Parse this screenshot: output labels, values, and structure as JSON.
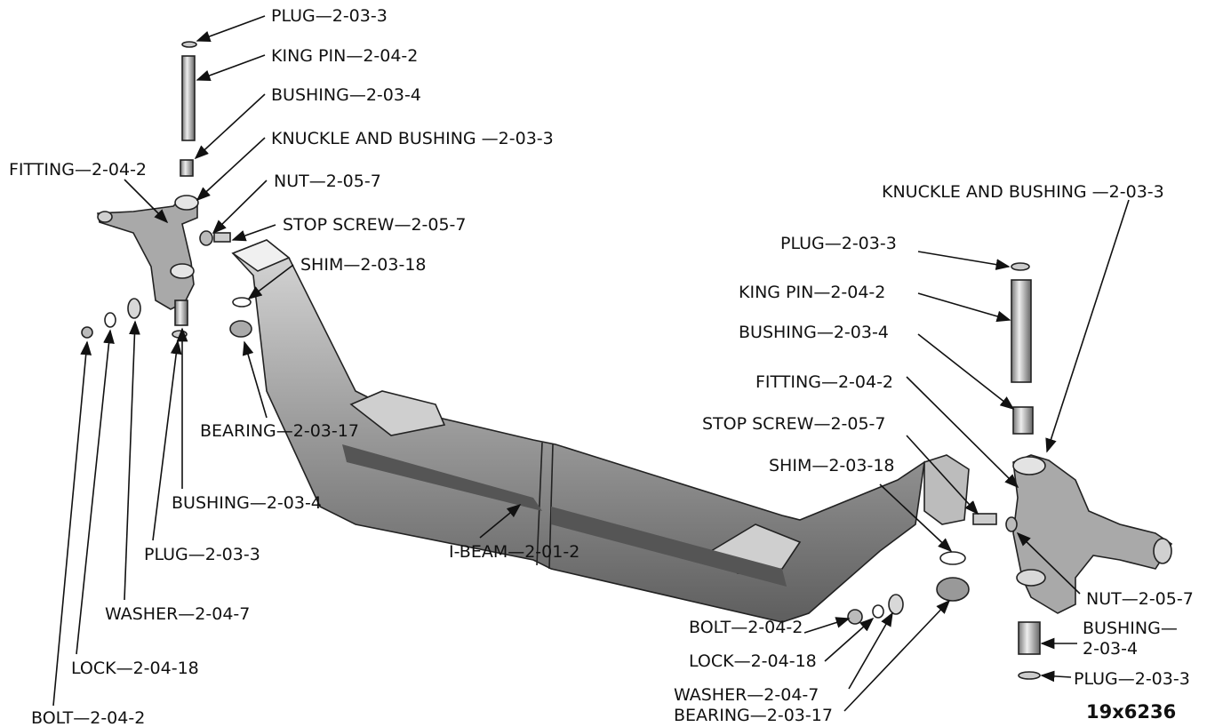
{
  "figure_id": "19x6236",
  "labels": {
    "l_plug_top": "PLUG—2-03-3",
    "l_kingpin": "KING PIN—2-04-2",
    "l_bushing_top": "BUSHING—2-03-4",
    "l_knuckle_left": "KNUCKLE AND BUSHING —2-03-3",
    "l_fitting_left": "FITTING—2-04-2",
    "l_nut_left": "NUT—2-05-7",
    "l_stopscrew_left": "STOP SCREW—2-05-7",
    "l_shim_left": "SHIM—2-03-18",
    "l_bearing_left": "BEARING—2-03-17",
    "l_bushing_left_lower": "BUSHING—2-03-4",
    "l_plug_left_lower": "PLUG—2-03-3",
    "l_washer_left": "WASHER—2-04-7",
    "l_lock_left": "LOCK—2-04-18",
    "l_bolt_left": "BOLT—2-04-2",
    "l_ibeam": "I-BEAM—2-01-2",
    "l_knuckle_right": "KNUCKLE AND BUSHING —2-03-3",
    "l_plug_right_top": "PLUG—2-03-3",
    "l_kingpin_right": "KING PIN—2-04-2",
    "l_bushing_right_top": "BUSHING—2-03-4",
    "l_fitting_right": "FITTING—2-04-2",
    "l_stopscrew_right": "STOP SCREW—2-05-7",
    "l_shim_right": "SHIM—2-03-18",
    "l_nut_right": "NUT—2-05-7",
    "l_bushing_right_lower_1": "BUSHING—",
    "l_bushing_right_lower_2": "2-03-4",
    "l_plug_right_lower": "PLUG—2-03-3",
    "l_bolt_right": "BOLT—2-04-2",
    "l_lock_right": "LOCK—2-04-18",
    "l_washer_right": "WASHER—2-04-7",
    "l_bearing_right": "BEARING—2-03-17"
  }
}
